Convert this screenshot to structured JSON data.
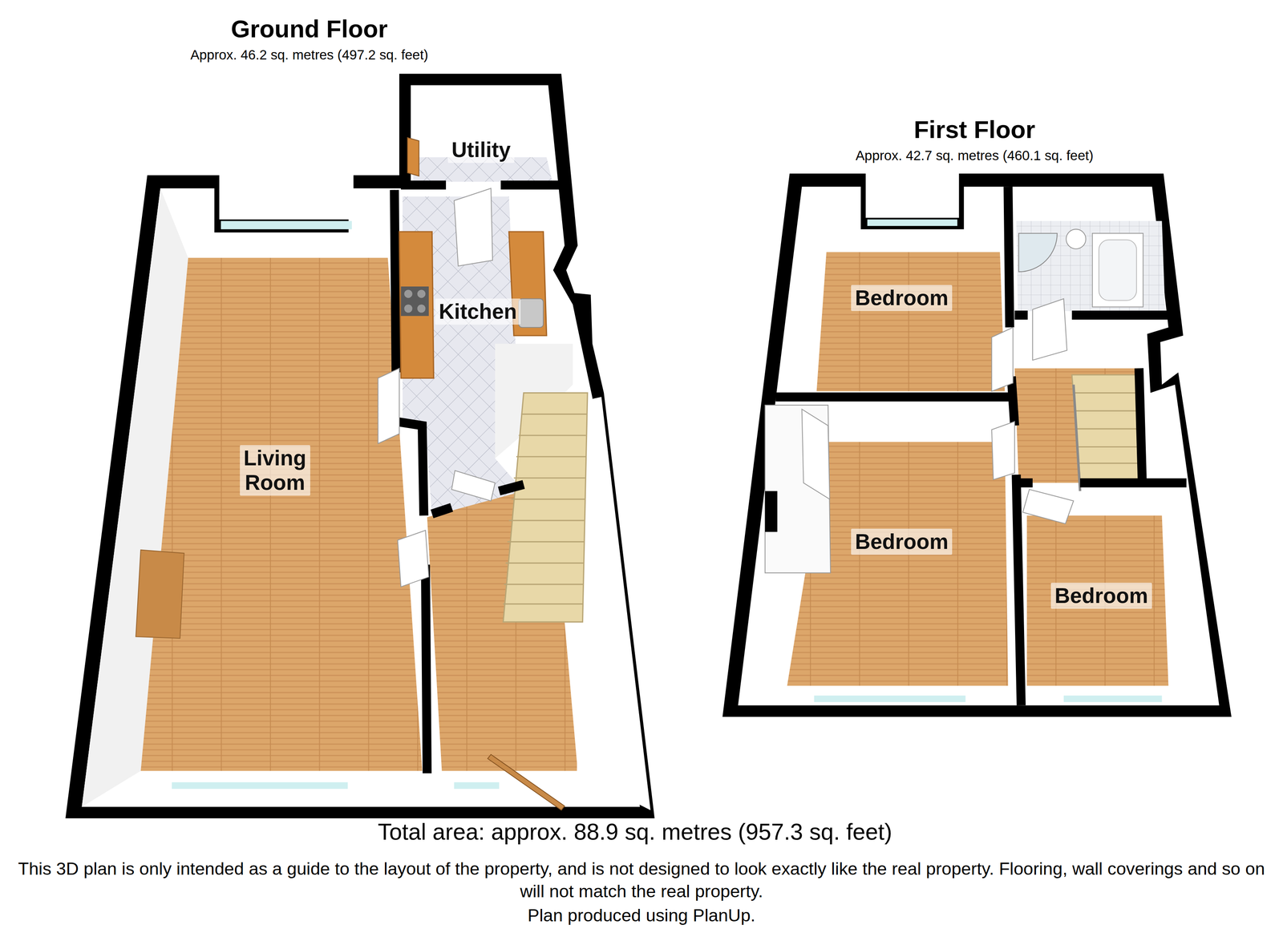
{
  "diagram": {
    "nodes": [
      {
        "text": [
          "Ground Floor",
          "Approx. 46.2 sq. metres (497.2 sq. feet)"
        ]
      },
      {
        "text": [
          "Utility"
        ],
        "in": 0
      },
      {
        "text": [
          "Kitchen"
        ],
        "in": 0
      },
      {
        "text": [
          "Living Room"
        ],
        "in": 0
      },
      {
        "text": [
          "First Floor",
          "Approx. 42.7 sq. metres (460.1 sq. feet)"
        ]
      },
      {
        "text": [
          "Bedroom"
        ],
        "in": 4
      },
      {
        "text": [
          "Bedroom"
        ],
        "in": 4
      },
      {
        "text": [
          "Bedroom"
        ],
        "in": 4
      }
    ],
    "labels": [
      "Total area: approx. 88.9 sq. metres (957.3 sq. feet)",
      "This 3D plan is only intended as a guide to the layout of the property, and is not designed to look exactly like the real property. Flooring, wall coverings and so on will not match the real property.",
      "Plan produced using PlanUp."
    ]
  }
}
